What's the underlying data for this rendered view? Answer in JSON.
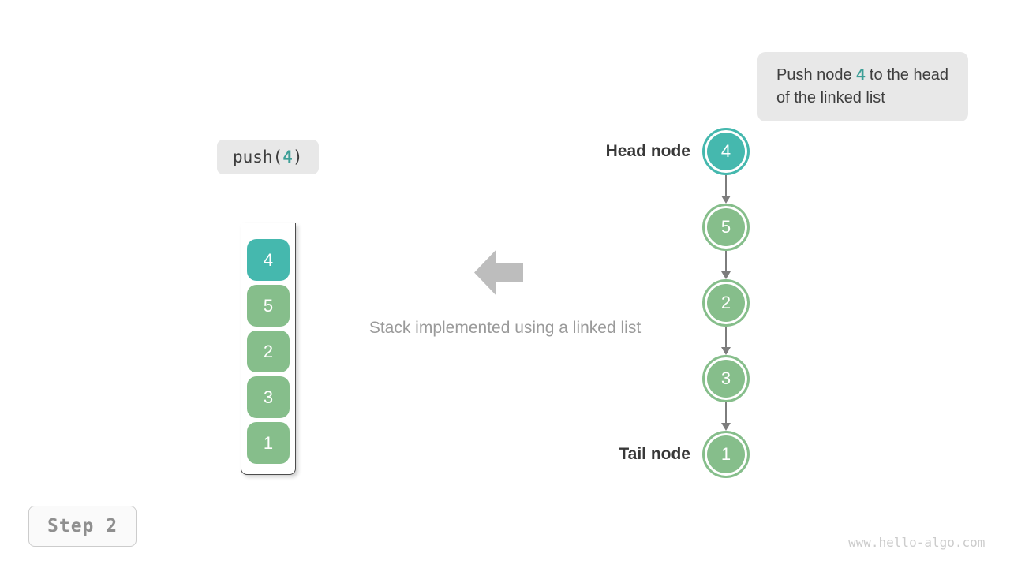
{
  "colors": {
    "teal": "#45b8ae",
    "green": "#86be8b",
    "teal_text": "#3d9f97",
    "dark_text": "#3e3e3e",
    "label_dark": "#383838",
    "caption_gray": "#9a9a9a",
    "block_arrow_gray": "#bdbdbd",
    "connector_gray": "#7d7d7d",
    "chip_bg": "#e8e8e8",
    "step_text": "#8f8f8f",
    "watermark_gray": "#cccccc"
  },
  "hint": {
    "text_before": "Push node ",
    "highlight": "4",
    "text_after": " to the head of the linked list"
  },
  "code": {
    "before": "push(",
    "arg": "4",
    "after": ")"
  },
  "stack": {
    "items": [
      {
        "value": "4",
        "kind": "teal"
      },
      {
        "value": "5",
        "kind": "green"
      },
      {
        "value": "2",
        "kind": "green"
      },
      {
        "value": "3",
        "kind": "green"
      },
      {
        "value": "1",
        "kind": "green"
      }
    ]
  },
  "linked_list": {
    "head_label": "Head node",
    "tail_label": "Tail node",
    "nodes": [
      {
        "value": "4",
        "kind": "teal"
      },
      {
        "value": "5",
        "kind": "green"
      },
      {
        "value": "2",
        "kind": "green"
      },
      {
        "value": "3",
        "kind": "green"
      },
      {
        "value": "1",
        "kind": "green"
      }
    ]
  },
  "caption": "Stack implemented using a linked list",
  "step_badge": "Step 2",
  "watermark": "www.hello-algo.com"
}
